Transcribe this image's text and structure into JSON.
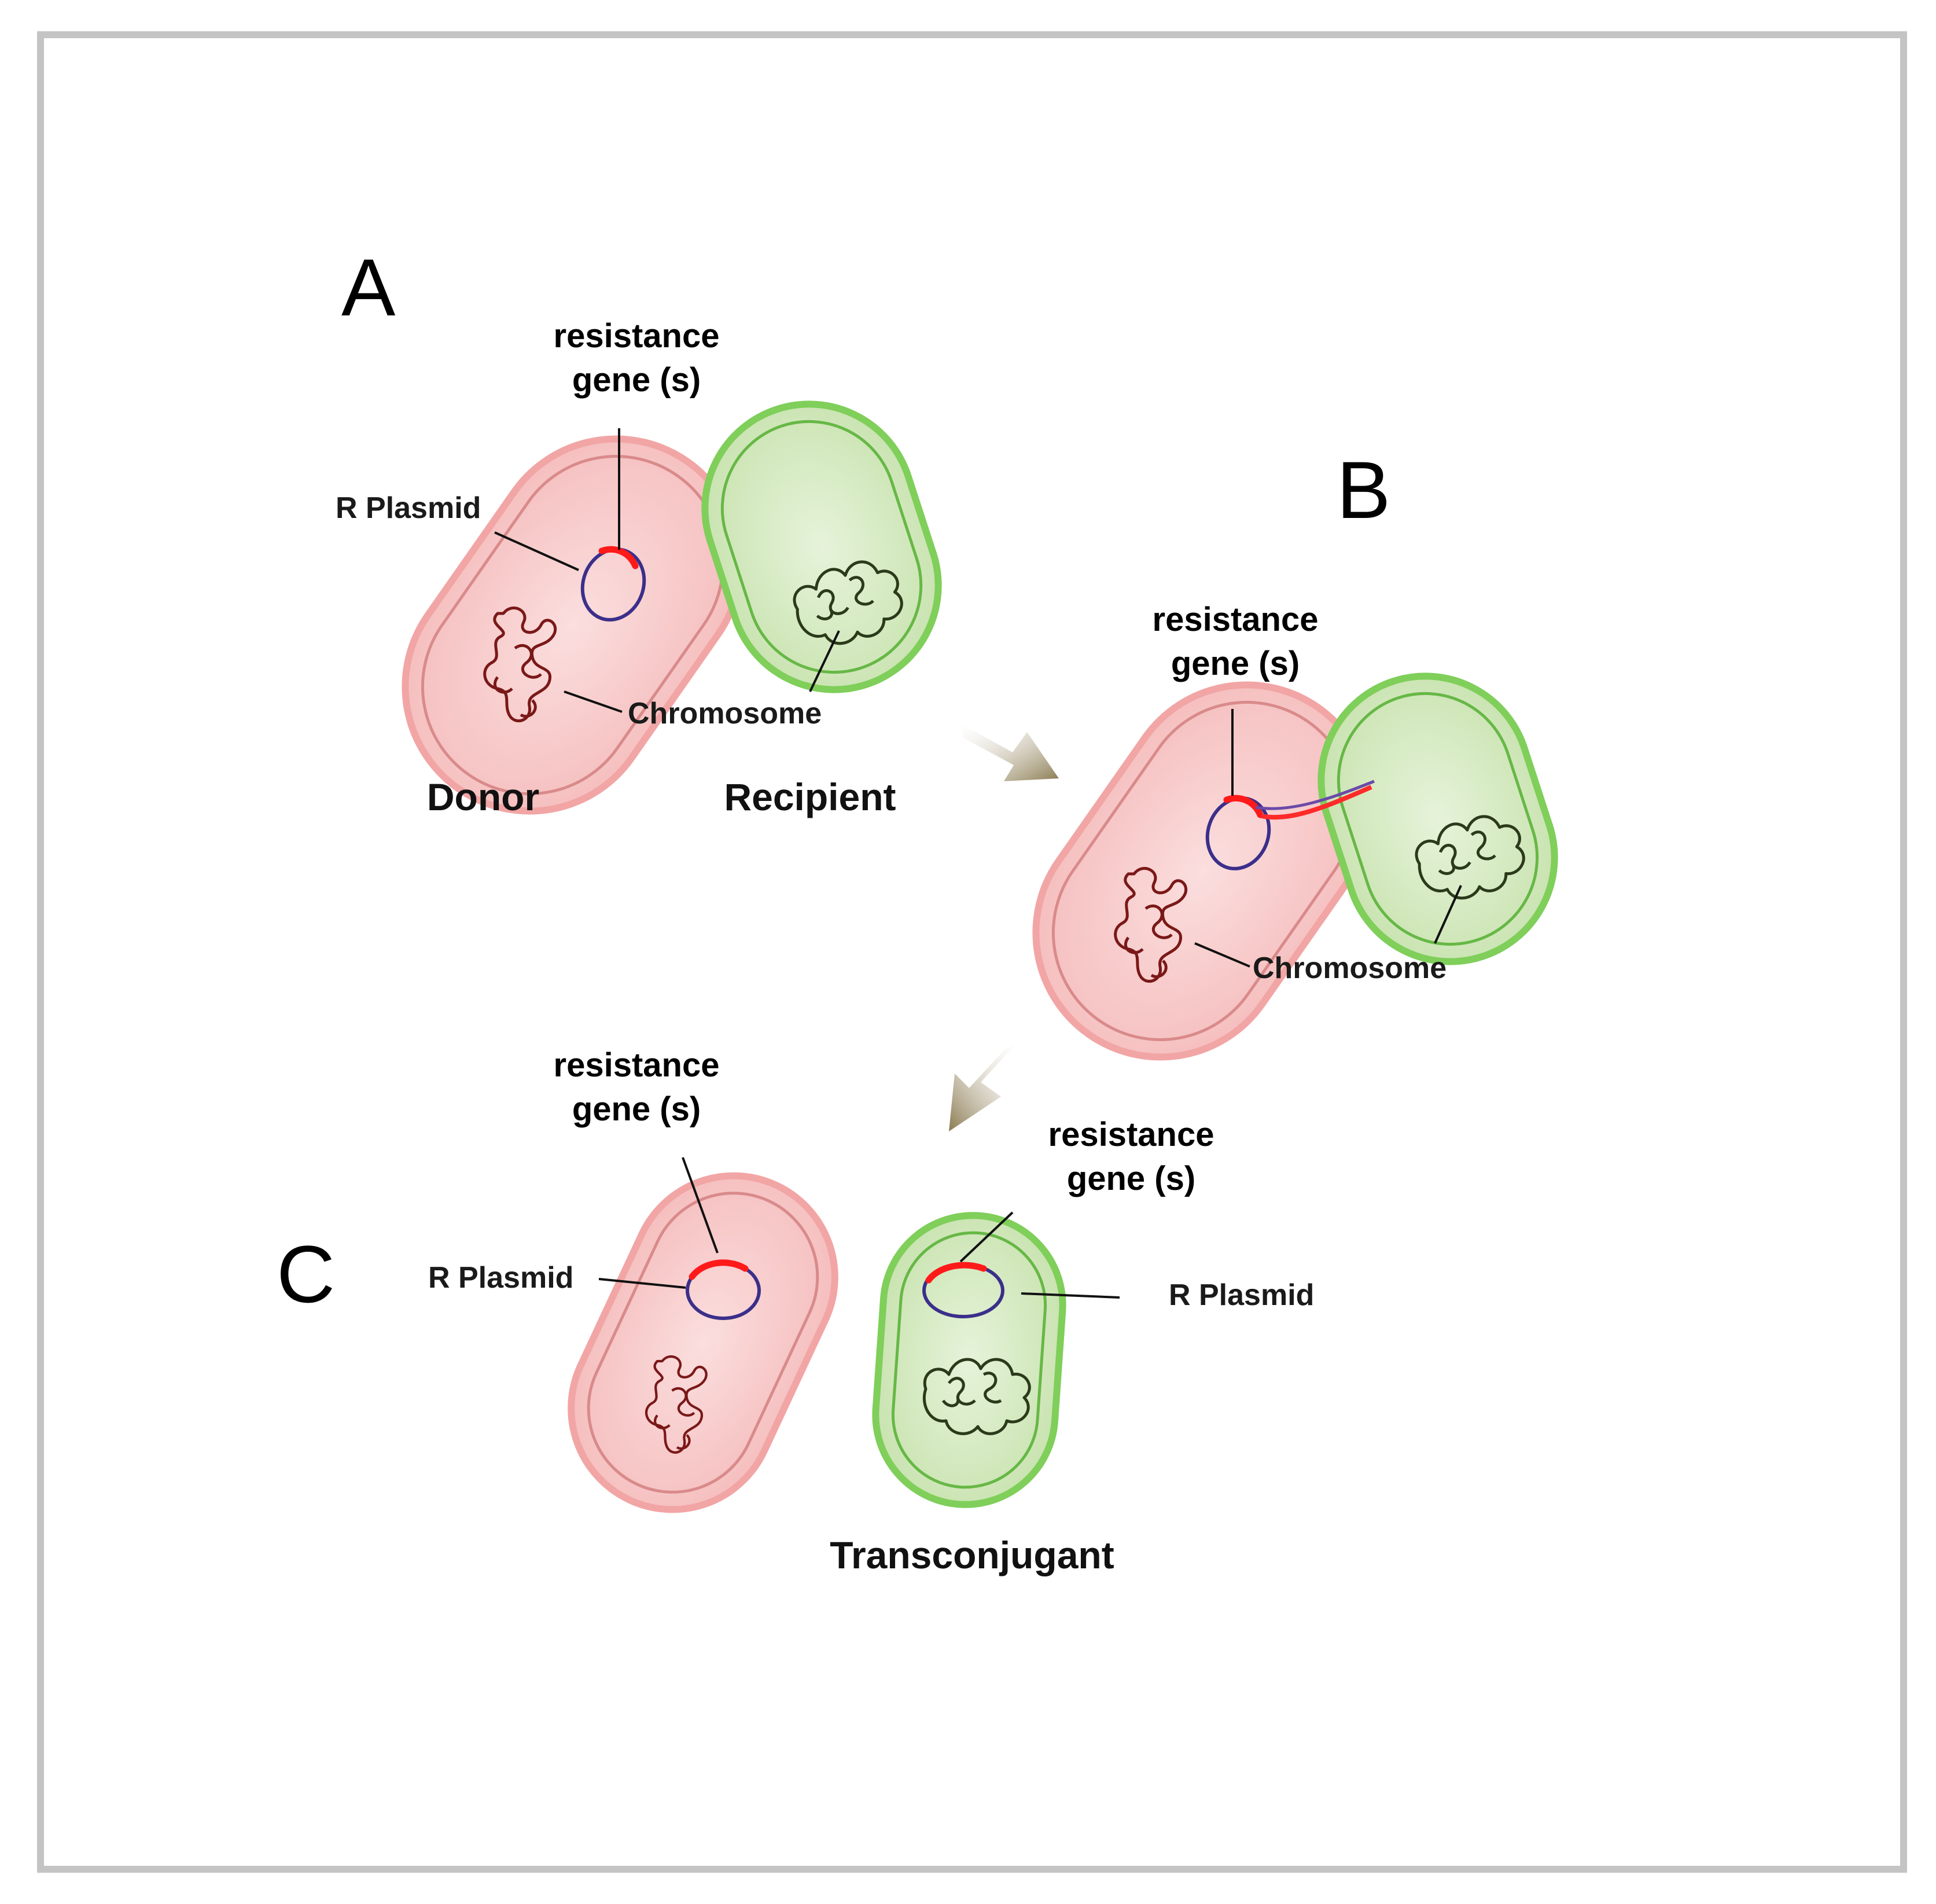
{
  "figure": {
    "panel_letters": {
      "a": "A",
      "b": "B",
      "c": "C"
    },
    "gene_label_line1": "resistance",
    "gene_label_line2": "gene (s)",
    "plasmid_label": "R Plasmid",
    "chromosome_label": "Chromosome",
    "donor_label": "Donor",
    "recipient_label": "Recipient",
    "transconjugant_label": "Transconjugant",
    "colors": {
      "donor_cell": "#f7c9c9",
      "recipient_cell": "#d6ebc3",
      "resistance_gene": "#ff1a1a",
      "plasmid": "#3b2f8a",
      "arrow": "#9c8c62"
    }
  }
}
